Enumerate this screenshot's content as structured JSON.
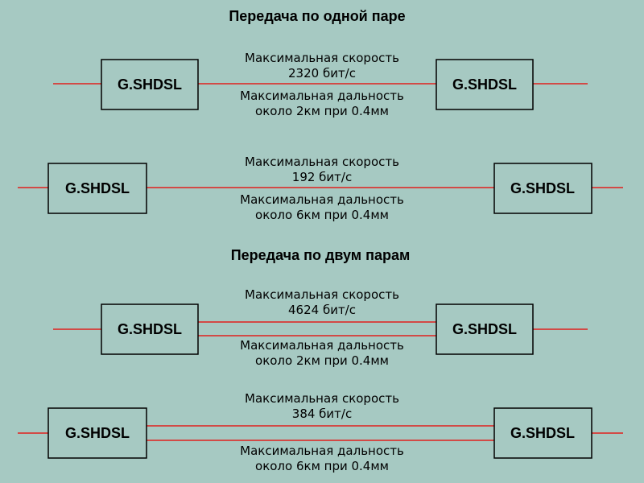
{
  "colors": {
    "background": "#a6c9c2",
    "line": "#e0201c",
    "box_border": "#000000",
    "box_fill": "#a6c9c2",
    "text": "#000000"
  },
  "sections": [
    {
      "title": "Передача по одной паре",
      "links": [
        {
          "left_device": "G.SHDSL",
          "right_device": "G.SHDSL",
          "pairs": 1,
          "speed_label": "Максимальная скорость",
          "speed_value": "2320 бит/с",
          "distance_label": "Максимальная дальность",
          "distance_value": "около 2км при 0.4мм"
        },
        {
          "left_device": "G.SHDSL",
          "right_device": "G.SHDSL",
          "pairs": 1,
          "speed_label": "Максимальная скорость",
          "speed_value": "192 бит/с",
          "distance_label": "Максимальная дальность",
          "distance_value": "около 6км при 0.4мм"
        }
      ]
    },
    {
      "title": "Передача по двум парам",
      "links": [
        {
          "left_device": "G.SHDSL",
          "right_device": "G.SHDSL",
          "pairs": 2,
          "speed_label": "Максимальная скорость",
          "speed_value": "4624 бит/с",
          "distance_label": "Максимальная дальность",
          "distance_value": "около 2км при 0.4мм"
        },
        {
          "left_device": "G.SHDSL",
          "right_device": "G.SHDSL",
          "pairs": 2,
          "speed_label": "Максимальная скорость",
          "speed_value": "384 бит/с",
          "distance_label": "Максимальная дальность",
          "distance_value": "около 6км при 0.4мм"
        }
      ]
    }
  ]
}
